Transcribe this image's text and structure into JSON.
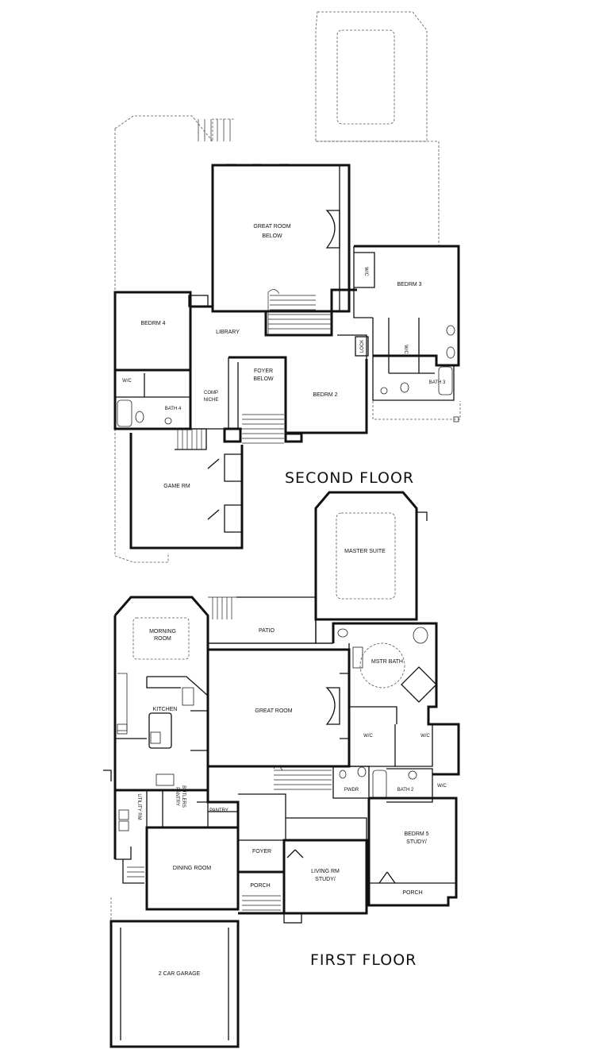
{
  "floors": {
    "second": {
      "title": "SECOND FLOOR",
      "rooms": {
        "great_room_below_1": "GREAT ROOM",
        "great_room_below_2": "BELOW",
        "bedrm3": "BEDRM 3",
        "wic_a": "W/C",
        "bedrm4": "BEDRM 4",
        "library": "LIBRARY",
        "lock": "LOCK",
        "wic_b": "W/C",
        "wic_c": "W/C",
        "foyer_below_1": "FOYER",
        "foyer_below_2": "BELOW",
        "bedrm2": "BEDRM 2",
        "bath3": "BATH 3",
        "comp_niche_1": "COMP",
        "comp_niche_2": "NICHE",
        "bath4": "BATH 4",
        "game_rm": "GAME RM"
      }
    },
    "first": {
      "title": "FIRST FLOOR",
      "rooms": {
        "master_suite": "MASTER SUITE",
        "patio": "PATIO",
        "morning_room_1": "MORNING",
        "morning_room_2": "ROOM",
        "mstr_bath": "MSTR BATH",
        "kitchen": "KITCHEN",
        "great_room": "GREAT ROOM",
        "wic_a": "W/C",
        "wic_b": "W/C",
        "pwdr": "PWDR",
        "bath2": "BATH 2",
        "wic_c": "W/C",
        "butlers_pantry_1": "BUTLERS",
        "butlers_pantry_2": "PANTRY",
        "pantry": "PANTRY",
        "utility": "UTILITY RM",
        "bedrm5_1": "BEDRM 5",
        "bedrm5_2": "STUDY/",
        "foyer": "FOYER",
        "dining_room": "DINING ROOM",
        "living_rm_1": "LIVING RM",
        "living_rm_2": "STUDY/",
        "porch_a": "PORCH",
        "porch_b": "PORCH",
        "garage": "2 CAR GARAGE"
      }
    }
  }
}
